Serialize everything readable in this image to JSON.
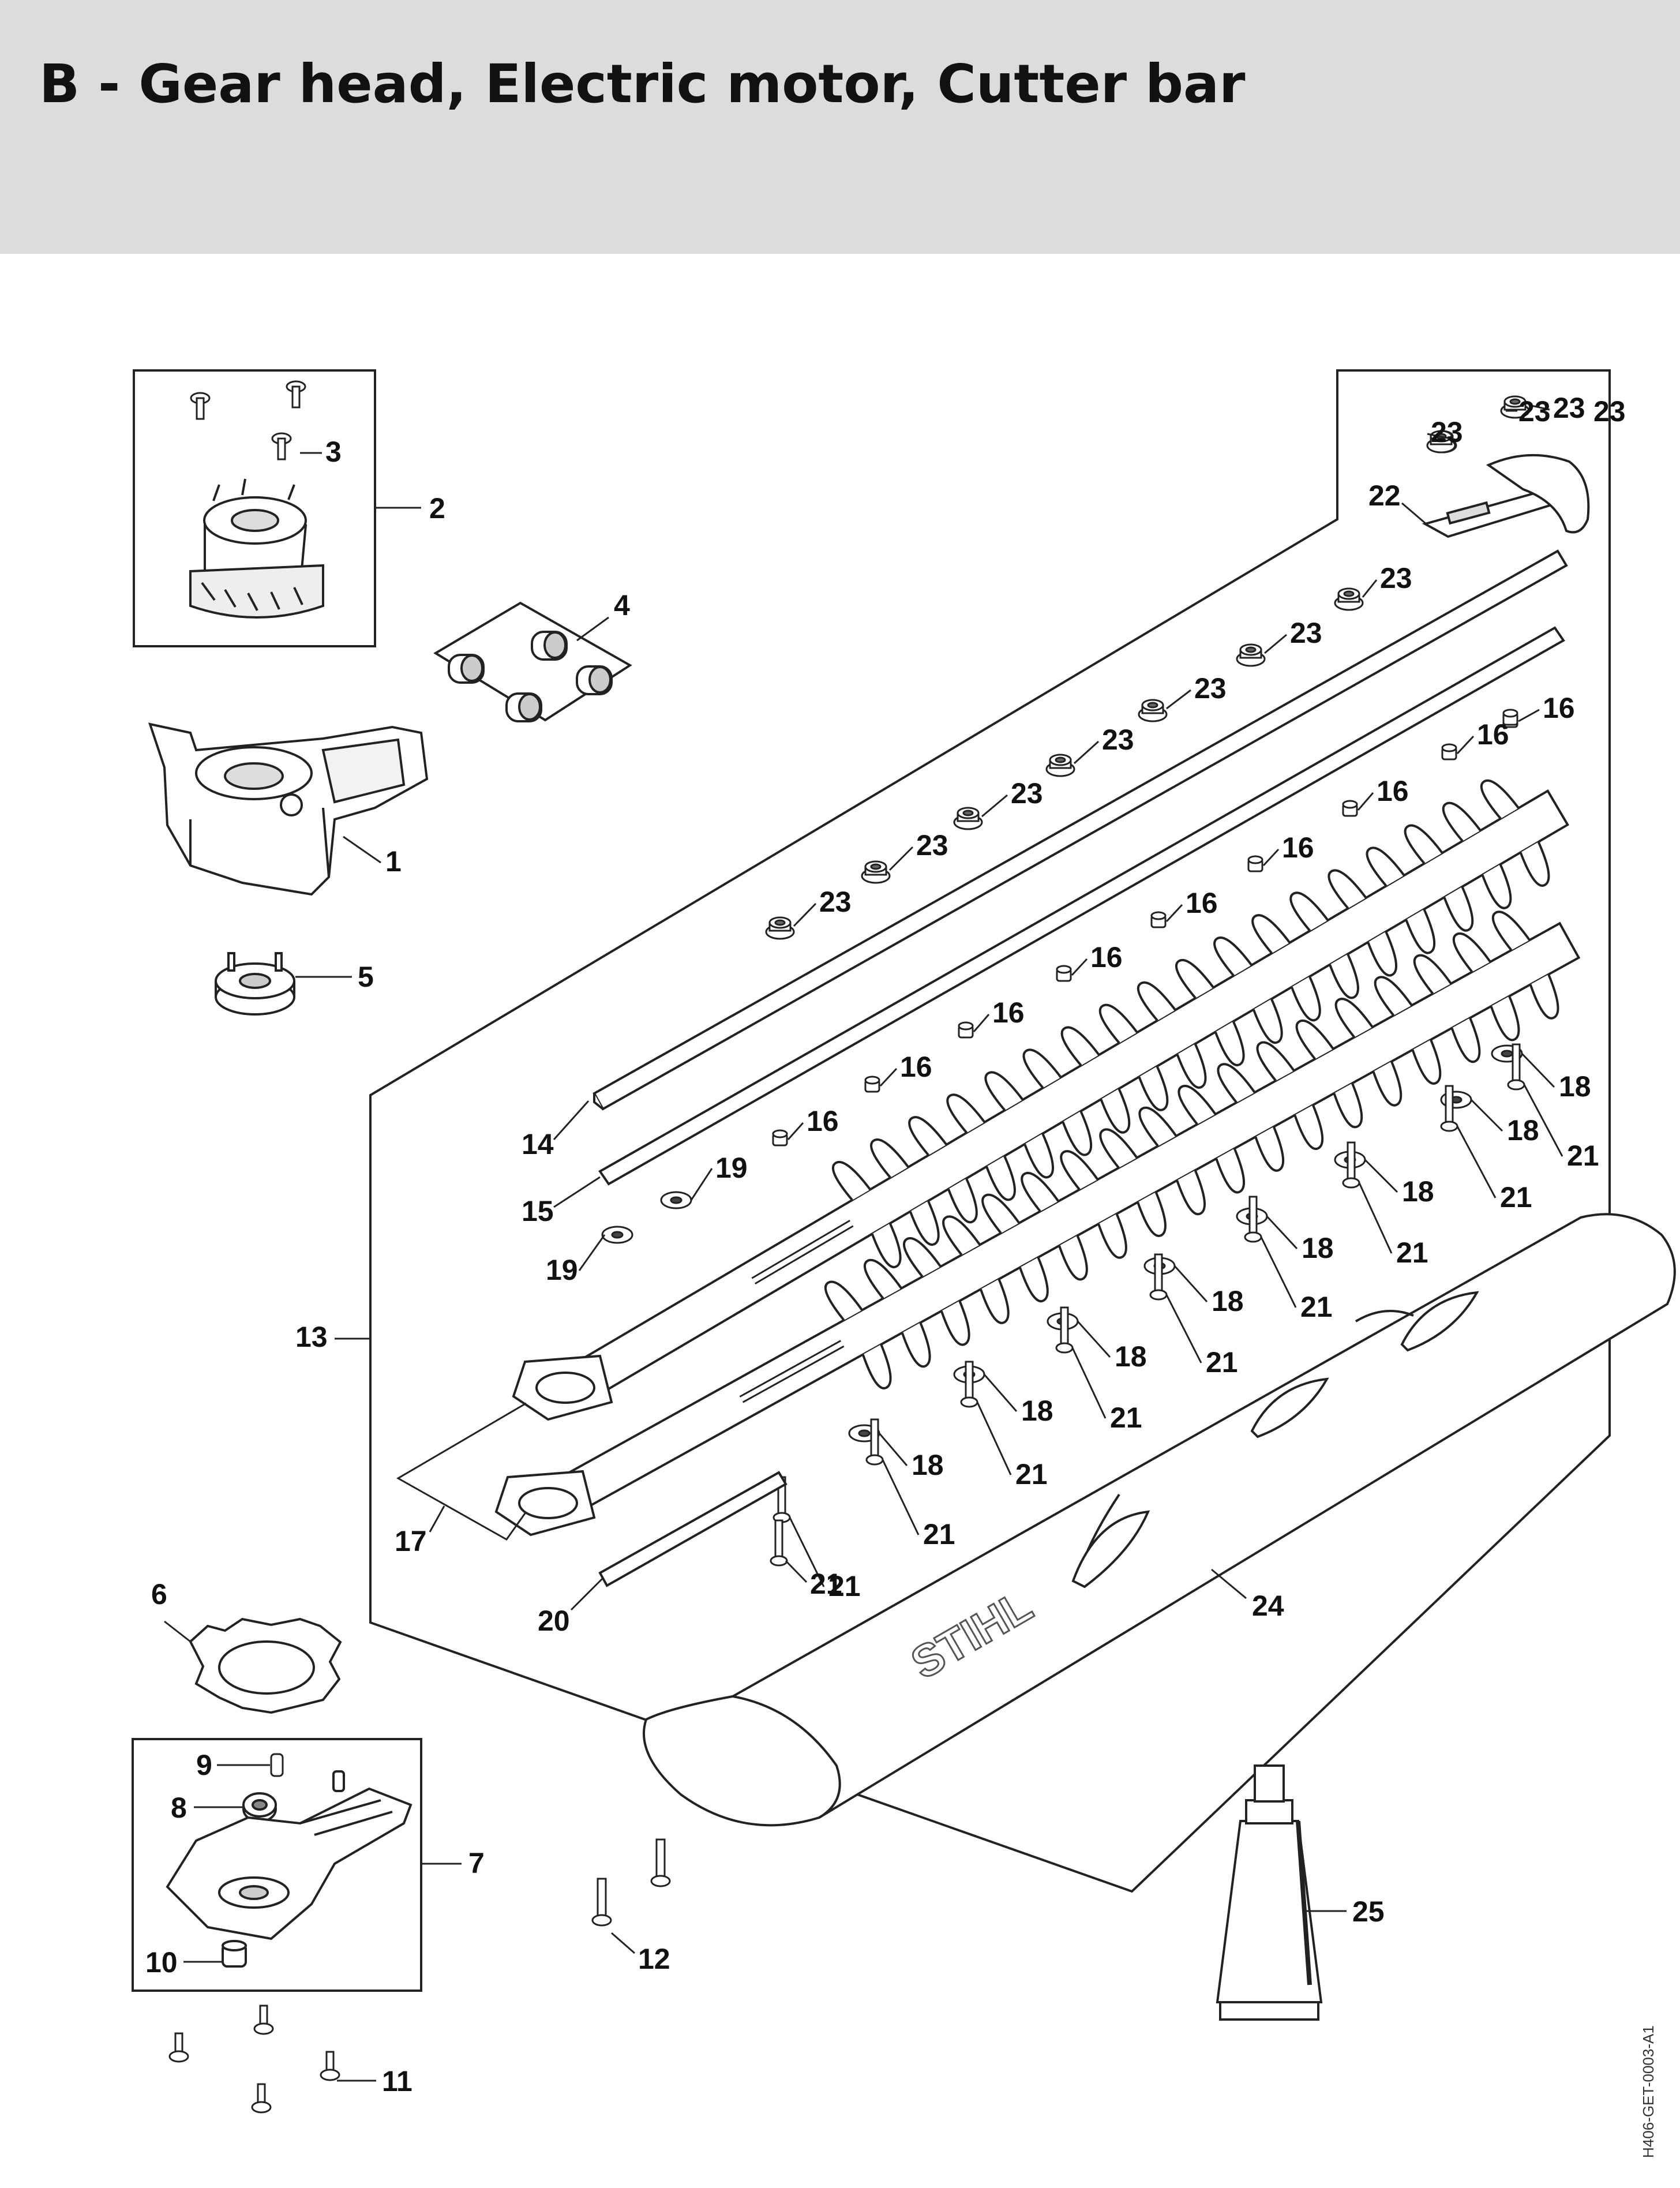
{
  "header": {
    "title": "B - Gear head, Electric motor, Cutter bar"
  },
  "diagram": {
    "drawing_code": "H406-GET-0003-A1",
    "logo_text": "STIHL",
    "callouts": [
      {
        "id": "1",
        "part": "gear-housing"
      },
      {
        "id": "2",
        "part": "electric-motor"
      },
      {
        "id": "3",
        "part": "motor-screw"
      },
      {
        "id": "4",
        "part": "bushing-set"
      },
      {
        "id": "5",
        "part": "motor-mount"
      },
      {
        "id": "6",
        "part": "gasket"
      },
      {
        "id": "7",
        "part": "gear-cover"
      },
      {
        "id": "8",
        "part": "ball-bearing"
      },
      {
        "id": "9",
        "part": "pin"
      },
      {
        "id": "10",
        "part": "plug"
      },
      {
        "id": "11",
        "part": "cover-screw"
      },
      {
        "id": "12",
        "part": "screw"
      },
      {
        "id": "13",
        "part": "cutter-bar-assembly"
      },
      {
        "id": "14",
        "part": "guide-rail"
      },
      {
        "id": "15",
        "part": "spacer-plate"
      },
      {
        "id": "16",
        "part": "sleeve"
      },
      {
        "id": "17",
        "part": "cutter-blades"
      },
      {
        "id": "18",
        "part": "washer"
      },
      {
        "id": "19",
        "part": "sleeve"
      },
      {
        "id": "20",
        "part": "strip"
      },
      {
        "id": "21",
        "part": "screw"
      },
      {
        "id": "22",
        "part": "hand-guard"
      },
      {
        "id": "23",
        "part": "nut"
      },
      {
        "id": "24",
        "part": "scabbard"
      },
      {
        "id": "25",
        "part": "grease-tube"
      }
    ]
  },
  "colors": {
    "header_band": "#dcdcdc",
    "line": "#222222",
    "text": "#111111"
  }
}
